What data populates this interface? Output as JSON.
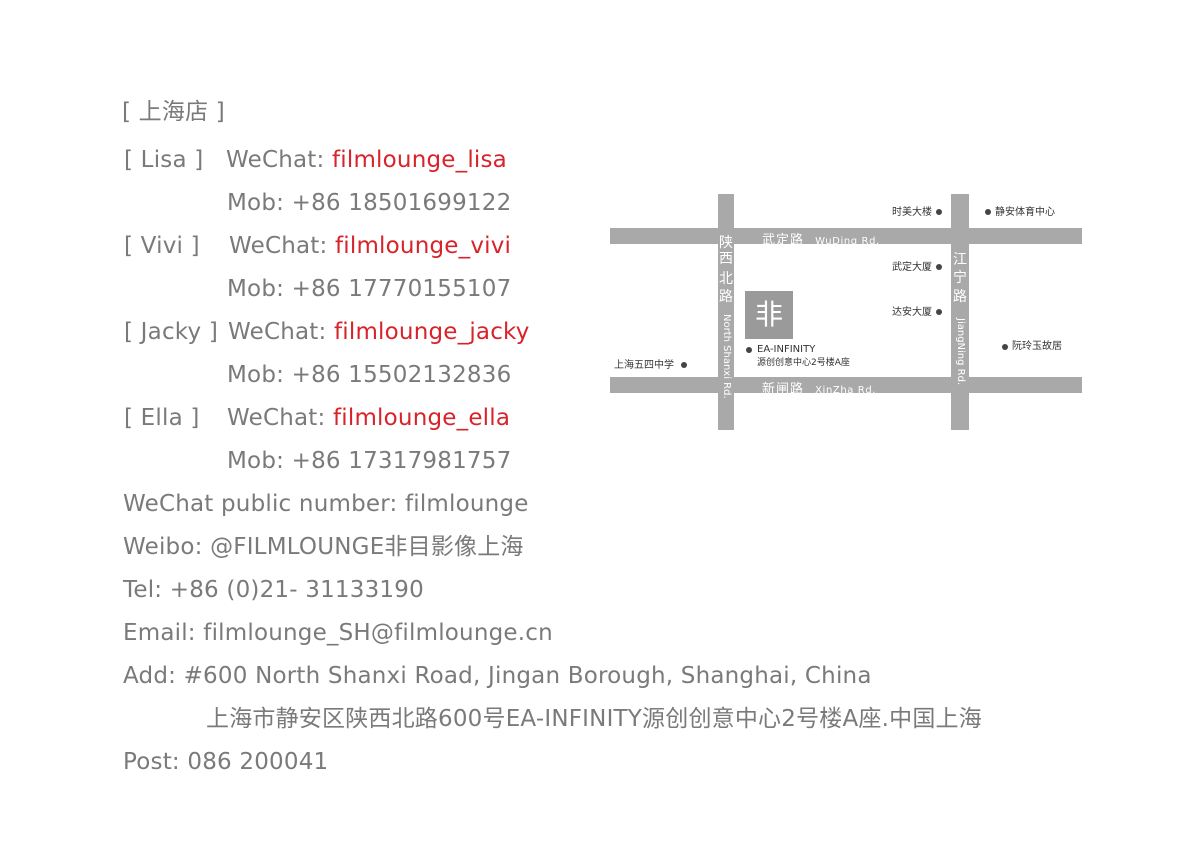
{
  "store_title": "[ 上海店 ]",
  "contacts": [
    {
      "name": "[ Lisa ]",
      "wechat_label": "WeChat:",
      "wechat": "filmlounge_lisa",
      "mob_label": "Mob:",
      "mob": "+86 18501699122"
    },
    {
      "name": "[ Vivi ]",
      "wechat_label": "WeChat:",
      "wechat": "filmlounge_vivi",
      "mob_label": "Mob:",
      "mob": "+86 17770155107"
    },
    {
      "name": "[ Jacky ]",
      "wechat_label": "WeChat:",
      "wechat": "filmlounge_jacky",
      "mob_label": "Mob:",
      "mob": "+86 15502132836"
    },
    {
      "name": "[ Ella ]",
      "wechat_label": "WeChat:",
      "wechat": "filmlounge_ella",
      "mob_label": "Mob:",
      "mob": "+86 17317981757"
    }
  ],
  "info": {
    "wechat_public": "WeChat public number: filmlounge",
    "weibo": "Weibo: @FILMLOUNGE非目影像上海",
    "tel": "Tel: +86 (0)21- 31133190",
    "email": "Email: filmlounge_SH@filmlounge.cn",
    "add": "Add: #600 North Shanxi Road, Jingan Borough, Shanghai, China",
    "add_cn": "上海市静安区陕西北路600号EA-INFINITY源创创意中心2号楼A座.中国上海",
    "post": "Post: 086 200041"
  },
  "map": {
    "road_wuding_cn": "武定路",
    "road_wuding_en": "WuDing Rd.",
    "road_xinzha_cn": "新闸路",
    "road_xinzha_en": "XinZha Rd.",
    "road_shanxi_cn": [
      "陕",
      "西",
      "北",
      "路"
    ],
    "road_shanxi_en": "North Shanxi Rd.",
    "road_jiangning_cn": [
      "江",
      "宁",
      "路"
    ],
    "road_jiangning_en": "JiangNing Rd.",
    "logo_glyph": "非",
    "venue_name": "EA-INFINITY",
    "venue_cn": "源创创意中心2号楼A座",
    "landmarks": {
      "shimei": "时美大楼",
      "jingan_sports": "静安体育中心",
      "wuding_bldg": "武定大厦",
      "daan_bldg": "达安大厦",
      "ruanlingyu": "阮玲玉故居",
      "school": "上海五四中学"
    },
    "colors": {
      "road": "#a9a9a9",
      "logo_box": "#9a9a9a",
      "text": "#333333"
    }
  },
  "colors": {
    "text_gray": "#7a7a7a",
    "accent_red": "#d8232a"
  }
}
